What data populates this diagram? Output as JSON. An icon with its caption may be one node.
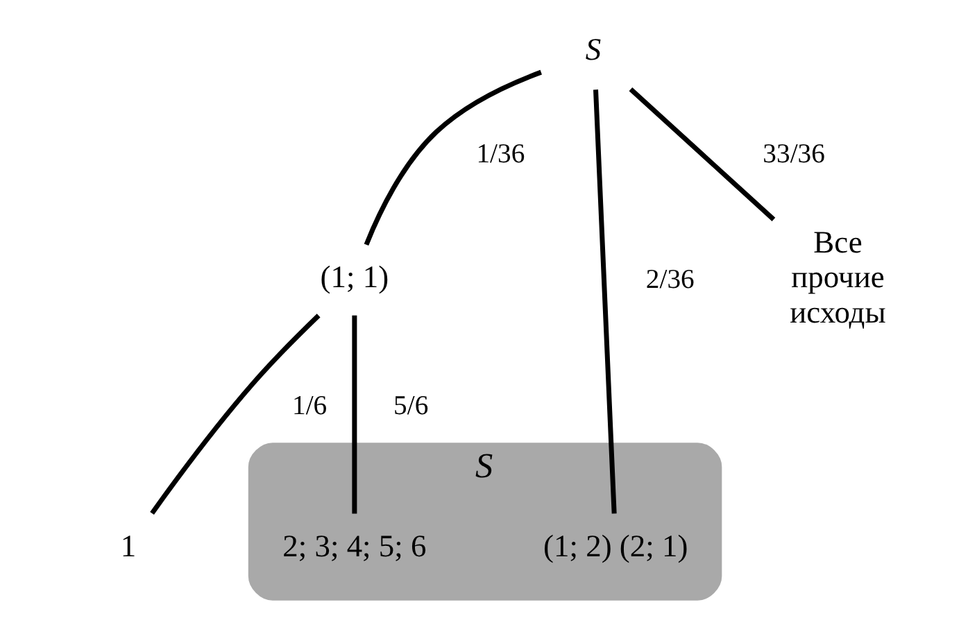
{
  "diagram": {
    "nodes": [
      {
        "text": [
          "S"
        ]
      },
      {
        "text": [
          "(1; 1)"
        ]
      },
      {
        "text": [
          "S"
        ]
      },
      {
        "text": [
          "(1; 2) (2; 1)"
        ],
        "in": 2
      },
      {
        "text": [
          "Все прочие исходы"
        ]
      },
      {
        "text": [
          "1"
        ]
      },
      {
        "text": [
          "2; 3; 4; 5; 6"
        ],
        "in": 2
      }
    ],
    "edges": [
      {
        "from": 0,
        "to": 1,
        "arrow": "none",
        "label": "1/36"
      },
      {
        "from": 0,
        "to": 3,
        "arrow": "none",
        "label": "2/36"
      },
      {
        "from": 0,
        "to": 4,
        "arrow": "none",
        "label": "33/36"
      },
      {
        "from": 1,
        "to": 5,
        "arrow": "none",
        "label": "1/6"
      },
      {
        "from": 1,
        "to": 6,
        "arrow": "none",
        "label": "5/6"
      }
    ]
  }
}
